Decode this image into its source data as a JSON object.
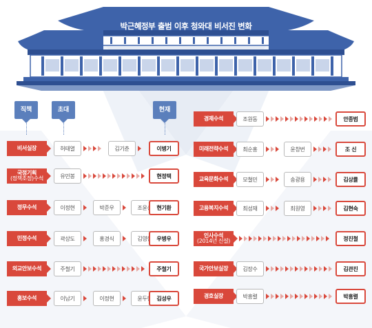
{
  "title": "박근혜정부 출범 이후 청와대 비서진 변화",
  "column_headers": {
    "position": "직책",
    "first": "초대",
    "current": "현재"
  },
  "colors": {
    "accent": "#d9483b",
    "header_blue": "#5b7fbc",
    "building": "#3e63aa"
  },
  "left_rows": [
    {
      "label": [
        "비서실장"
      ],
      "people": [
        "허태열",
        "김기춘"
      ],
      "current": "이병기"
    },
    {
      "label": [
        "국정기획",
        "(정책조정)수석"
      ],
      "people": [
        "유민봉"
      ],
      "current": "현정택"
    },
    {
      "label": [
        "정무수석"
      ],
      "people": [
        "이정현",
        "박준우",
        "조윤선"
      ],
      "current": "현기환"
    },
    {
      "label": [
        "민정수석"
      ],
      "people": [
        "곽상도",
        "홍경식",
        "김영한"
      ],
      "current": "우병우"
    },
    {
      "label": [
        "외교안보수석"
      ],
      "people": [
        "주철기"
      ],
      "current": "주철기"
    },
    {
      "label": [
        "홍보수석"
      ],
      "people": [
        "이남기",
        "이정현",
        "윤두현"
      ],
      "current": "김성우"
    }
  ],
  "right_rows": [
    {
      "label": [
        "경제수석"
      ],
      "people": [
        "조원동"
      ],
      "current": "안종범"
    },
    {
      "label": [
        "미래전략수석"
      ],
      "people": [
        "최순홍",
        "윤창번"
      ],
      "current": "조 신"
    },
    {
      "label": [
        "교육문화수석"
      ],
      "people": [
        "모철민",
        "송광용"
      ],
      "current": "김상률"
    },
    {
      "label": [
        "고용복지수석"
      ],
      "people": [
        "최성재",
        "최원영"
      ],
      "current": "김현숙"
    },
    {
      "label": [
        "인사수석",
        "(2014년 신설)"
      ],
      "people": [],
      "current": "정진철"
    },
    {
      "label": [
        "국가안보실장"
      ],
      "people": [
        "김장수"
      ],
      "current": "김관진"
    },
    {
      "label": [
        "경호실장"
      ],
      "people": [
        "박흥렬"
      ],
      "current": "박흥렬"
    }
  ]
}
